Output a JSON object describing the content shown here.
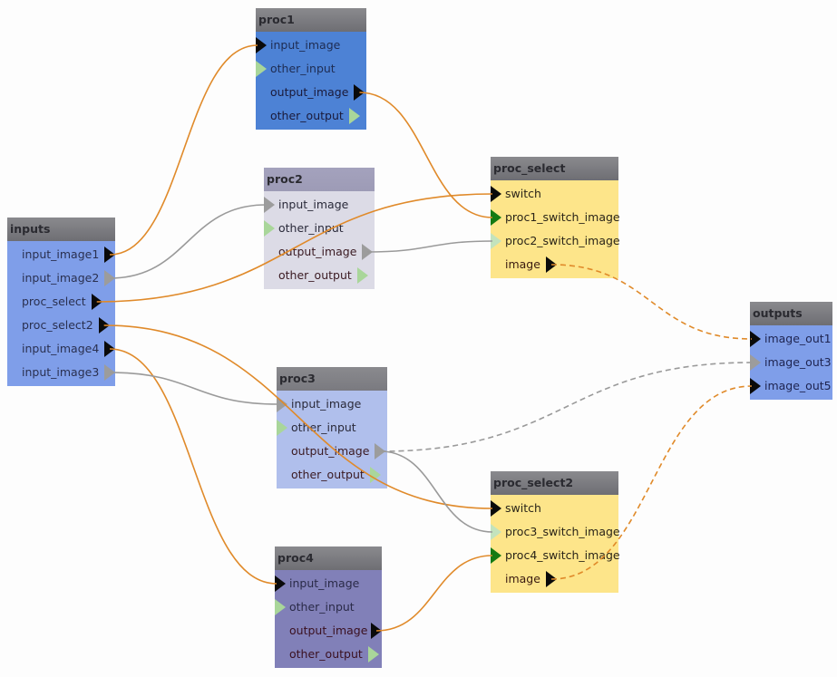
{
  "nodes": [
    {
      "id": "proc1",
      "title": "proc1",
      "header_gradient": [
        "#8a8a8e",
        "#6e6e73"
      ],
      "body_color": "#4d82d5",
      "label_color": "#1e2c52",
      "output_label_color": "#1a1a3a",
      "inputs": [
        {
          "label": "input_image",
          "connector": "black",
          "connected": true
        },
        {
          "label": "other_input",
          "connector": "lightgreen",
          "connected": false
        }
      ],
      "outputs": [
        {
          "label": "output_image",
          "connector": "black",
          "connected": true
        },
        {
          "label": "other_output",
          "connector": "lightgreen",
          "connected": false
        }
      ]
    },
    {
      "id": "inputs",
      "title": "inputs",
      "header_gradient": [
        "#8a8a8e",
        "#6e6e73"
      ],
      "body_color": "#7f9ee9",
      "label_color": "#2a3050",
      "output_label_color": "#2a3050",
      "inputs": [],
      "outputs": [
        {
          "label": "input_image1",
          "connector": "black",
          "connected": true
        },
        {
          "label": "input_image2",
          "connector": "grey",
          "connected": true
        },
        {
          "label": "proc_select",
          "connector": "black",
          "connected": true
        },
        {
          "label": "proc_select2",
          "connector": "black",
          "connected": true
        },
        {
          "label": "input_image4",
          "connector": "black",
          "connected": true
        },
        {
          "label": "input_image3",
          "connector": "grey",
          "connected": true
        }
      ]
    },
    {
      "id": "proc2",
      "title": "proc2",
      "header_gradient": [
        "#a4a2bd",
        "#9d9bb6"
      ],
      "body_color": "#dcdbe6",
      "label_color": "#2a2a3a",
      "output_label_color": "#3a1a22",
      "inputs": [
        {
          "label": "input_image",
          "connector": "grey",
          "connected": true
        },
        {
          "label": "other_input",
          "connector": "lightgreen",
          "connected": false
        }
      ],
      "outputs": [
        {
          "label": "output_image",
          "connector": "grey",
          "connected": true
        },
        {
          "label": "other_output",
          "connector": "lightgreen",
          "connected": false
        }
      ]
    },
    {
      "id": "proc_select",
      "title": "proc_select",
      "header_gradient": [
        "#8a8a8e",
        "#6e6e73"
      ],
      "body_color": "#fde58a",
      "label_color": "#2a2418",
      "output_label_color": "#3a1a10",
      "inputs": [
        {
          "label": "switch",
          "connector": "black",
          "connected": true
        },
        {
          "label": "proc1_switch_image",
          "connector": "darkgreen",
          "connected": true
        },
        {
          "label": "proc2_switch_image",
          "connector": "palegreen",
          "connected": true
        }
      ],
      "outputs": [
        {
          "label": "image",
          "connector": "black",
          "connected": true
        }
      ]
    },
    {
      "id": "outputs",
      "title": "outputs",
      "header_gradient": [
        "#8a8a8e",
        "#6e6e73"
      ],
      "body_color": "#7f9ee9",
      "label_color": "#1e2450",
      "output_label_color": "#1e2450",
      "inputs": [
        {
          "label": "image_out1",
          "connector": "black",
          "connected": true
        },
        {
          "label": "image_out3",
          "connector": "grey",
          "connected": true
        },
        {
          "label": "image_out5",
          "connector": "black",
          "connected": true
        }
      ],
      "outputs": []
    },
    {
      "id": "proc3",
      "title": "proc3",
      "header_gradient": [
        "#8a8a8e",
        "#7a7a80"
      ],
      "body_color": "#b0bfec",
      "label_color": "#2a2a3a",
      "output_label_color": "#3a1a22",
      "inputs": [
        {
          "label": "input_image",
          "connector": "grey",
          "connected": true
        },
        {
          "label": "other_input",
          "connector": "lightgreen",
          "connected": false
        }
      ],
      "outputs": [
        {
          "label": "output_image",
          "connector": "grey",
          "connected": true
        },
        {
          "label": "other_output",
          "connector": "lightgreen",
          "connected": false
        }
      ]
    },
    {
      "id": "proc_select2",
      "title": "proc_select2",
      "header_gradient": [
        "#8a8a8e",
        "#6e6e73"
      ],
      "body_color": "#fde58a",
      "label_color": "#2a2418",
      "output_label_color": "#3a1a10",
      "inputs": [
        {
          "label": "switch",
          "connector": "black",
          "connected": true
        },
        {
          "label": "proc3_switch_image",
          "connector": "palegreen",
          "connected": true
        },
        {
          "label": "proc4_switch_image",
          "connector": "darkgreen",
          "connected": true
        }
      ],
      "outputs": [
        {
          "label": "image",
          "connector": "black",
          "connected": true
        }
      ]
    },
    {
      "id": "proc4",
      "title": "proc4",
      "header_gradient": [
        "#8a8a8e",
        "#6e6e73"
      ],
      "body_color": "#8180b8",
      "label_color": "#2a2a48",
      "output_label_color": "#3a1020",
      "inputs": [
        {
          "label": "input_image",
          "connector": "black",
          "connected": true
        },
        {
          "label": "other_input",
          "connector": "lightgreen",
          "connected": false
        }
      ],
      "outputs": [
        {
          "label": "output_image",
          "connector": "black",
          "connected": true
        },
        {
          "label": "other_output",
          "connector": "lightgreen",
          "connected": false
        }
      ]
    }
  ],
  "links": [
    {
      "from": "inputs.input_image1",
      "to": "proc1.input_image",
      "color": "#e08a2a",
      "style": "solid"
    },
    {
      "from": "inputs.input_image2",
      "to": "proc2.input_image",
      "color": "#9a9a9a",
      "style": "solid"
    },
    {
      "from": "inputs.proc_select",
      "to": "proc_select.switch",
      "color": "#e08a2a",
      "style": "solid"
    },
    {
      "from": "inputs.proc_select2",
      "to": "proc_select2.switch",
      "color": "#e08a2a",
      "style": "solid"
    },
    {
      "from": "inputs.input_image4",
      "to": "proc4.input_image",
      "color": "#e08a2a",
      "style": "solid"
    },
    {
      "from": "inputs.input_image3",
      "to": "proc3.input_image",
      "color": "#9a9a9a",
      "style": "solid"
    },
    {
      "from": "proc1.output_image",
      "to": "proc_select.proc1_switch_image",
      "color": "#e08a2a",
      "style": "solid"
    },
    {
      "from": "proc2.output_image",
      "to": "proc_select.proc2_switch_image",
      "color": "#9a9a9a",
      "style": "solid"
    },
    {
      "from": "proc3.output_image",
      "to": "proc_select2.proc3_switch_image",
      "color": "#9a9a9a",
      "style": "solid"
    },
    {
      "from": "proc4.output_image",
      "to": "proc_select2.proc4_switch_image",
      "color": "#e08a2a",
      "style": "solid"
    },
    {
      "from": "proc_select.image",
      "to": "outputs.image_out1",
      "color": "#e08a2a",
      "style": "dashed"
    },
    {
      "from": "proc3.output_image",
      "to": "outputs.image_out3",
      "color": "#9a9a9a",
      "style": "dashed"
    },
    {
      "from": "proc_select2.image",
      "to": "outputs.image_out5",
      "color": "#e08a2a",
      "style": "dashed"
    }
  ]
}
